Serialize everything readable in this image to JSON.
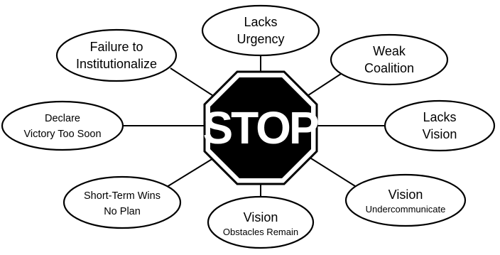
{
  "center": {
    "label": "STOP"
  },
  "nodes": [
    {
      "id": "lacks-urgency",
      "lines": [
        "Lacks",
        "Urgency"
      ]
    },
    {
      "id": "weak-coalition",
      "lines": [
        "Weak",
        "Coalition"
      ]
    },
    {
      "id": "lacks-vision",
      "lines": [
        "Lacks",
        "Vision"
      ]
    },
    {
      "id": "vision-undercommunicate",
      "lines": [
        "Vision",
        "Undercommunicate"
      ]
    },
    {
      "id": "vision-obstacles-remain",
      "lines": [
        "Vision",
        "Obstacles Remain"
      ]
    },
    {
      "id": "short-term-wins",
      "lines": [
        "Short-Term Wins",
        "No Plan"
      ]
    },
    {
      "id": "declare-victory",
      "lines": [
        "Declare",
        "Victory Too Soon"
      ]
    },
    {
      "id": "failure-institutionalize",
      "lines": [
        "Failure to",
        "Institutionalize"
      ]
    }
  ]
}
